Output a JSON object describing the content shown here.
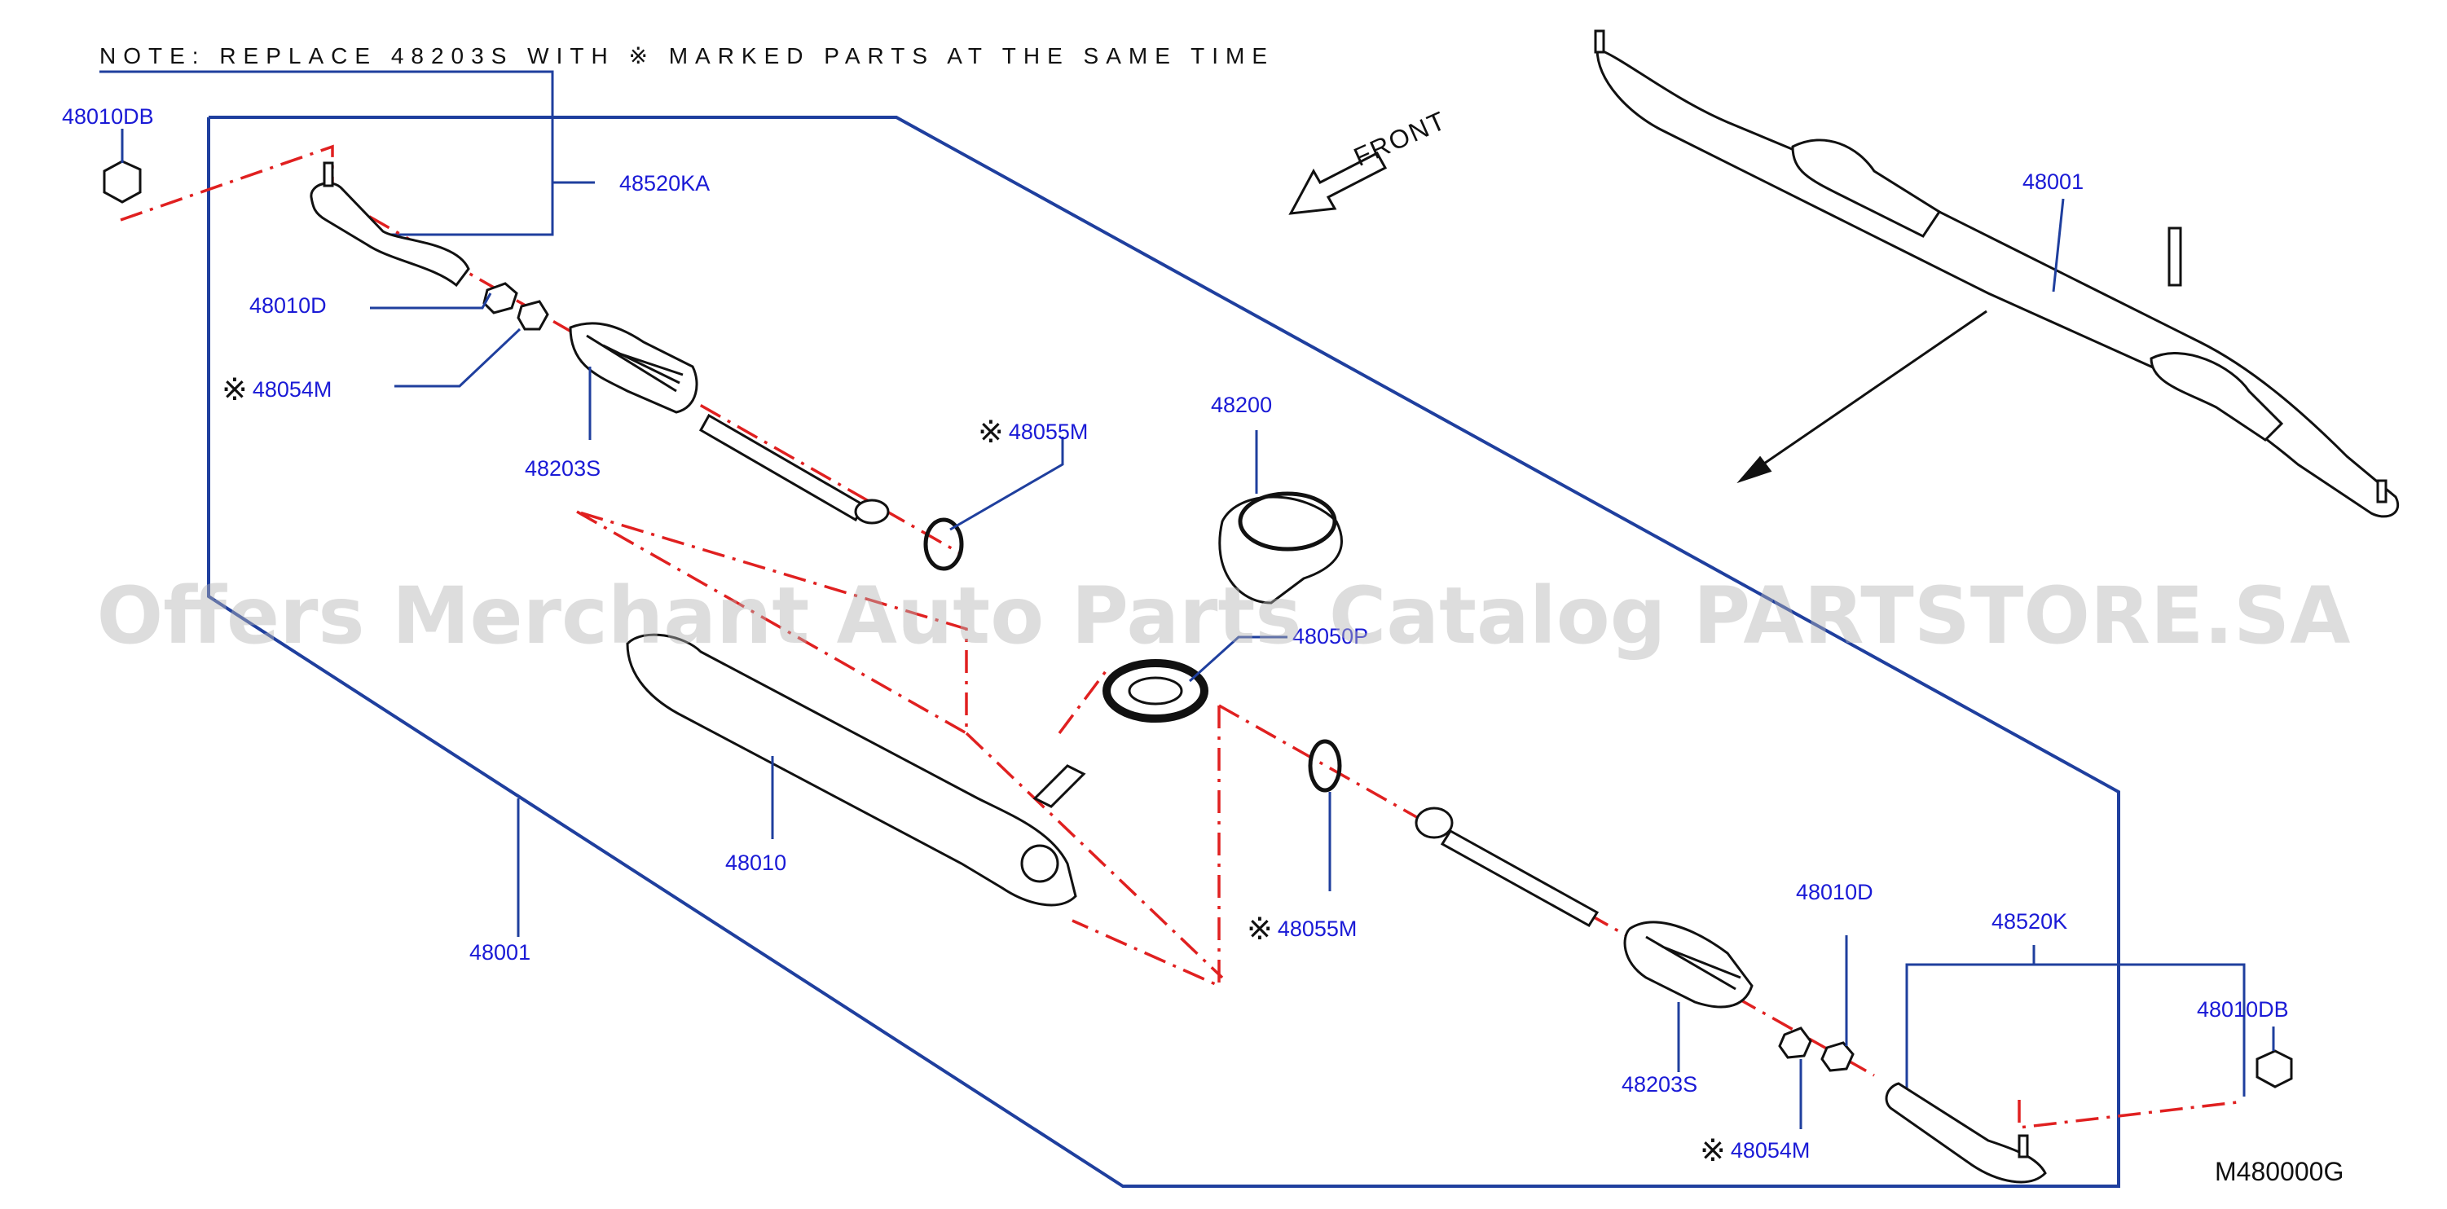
{
  "diagram": {
    "note": "NOTE: REPLACE 48203S WITH ※ MARKED PARTS AT THE SAME TIME",
    "front_label": "FRONT",
    "watermark": "Offers Merchant Auto Parts Catalog PARTSTORE.SA",
    "diagram_code": "M480000G",
    "part_labels": {
      "p48010DB_left": "48010DB",
      "p48520KA": "48520KA",
      "p48010D_left": "48010D",
      "p48054M_left": "48054M",
      "p48203S_left": "48203S",
      "p48055M_top": "48055M",
      "p48200": "48200",
      "p48050P": "48050P",
      "p48001_right": "48001",
      "p48010": "48010",
      "p48001_left": "48001",
      "p48055M_bottom": "48055M",
      "p48010D_right": "48010D",
      "p48520K": "48520K",
      "p48010DB_right": "48010DB",
      "p48203S_right": "48203S",
      "p48054M_right": "48054M"
    },
    "marked_symbol": "※",
    "colors": {
      "leader": "#1f3f9e",
      "label": "#1a1ad6",
      "centerline": "#e02020",
      "drawing": "#111111"
    }
  }
}
